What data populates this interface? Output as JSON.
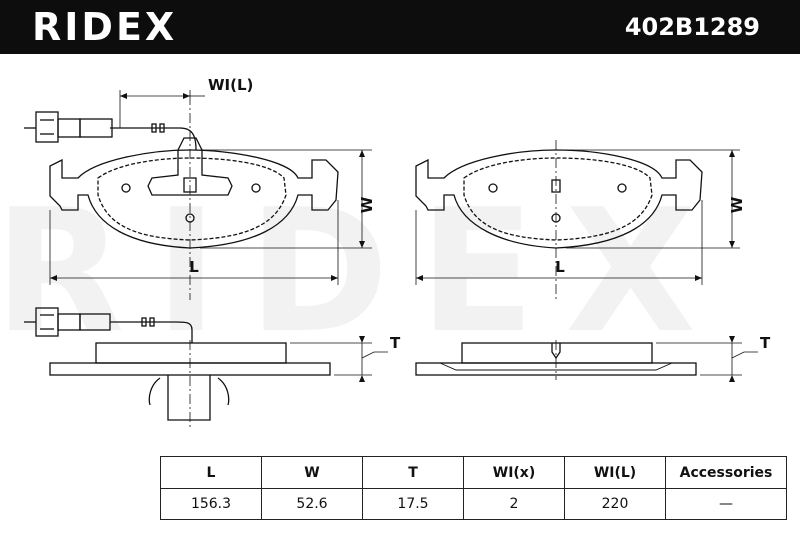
{
  "header": {
    "brand": "RIDEX",
    "part_number": "402B1289"
  },
  "drawing": {
    "watermark": "RIDEX",
    "labels": {
      "wear_indicator_length": "WI(L)",
      "width": "W",
      "length": "L",
      "thickness": "T"
    }
  },
  "spec_table": {
    "headers": [
      "L",
      "W",
      "T",
      "WI(x)",
      "WI(L)",
      "Accessories"
    ],
    "values": [
      "156.3",
      "52.6",
      "17.5",
      "2",
      "220",
      "—"
    ]
  }
}
